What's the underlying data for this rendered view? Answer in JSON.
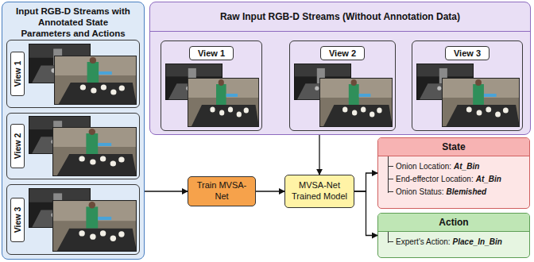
{
  "diagram": {
    "nodes": [
      {
        "text": [
          "Input RGB-D Streams with Annotated State Parameters and Actions"
        ]
      },
      {
        "text": [
          "View 1"
        ],
        "in": 0
      },
      {
        "text": [
          "View 2"
        ],
        "in": 0
      },
      {
        "text": [
          "View 3"
        ],
        "in": 0
      },
      {
        "text": [
          "Raw Input RGB-D Streams (Without Annotation Data)"
        ]
      },
      {
        "text": [
          "View 1"
        ],
        "in": 4
      },
      {
        "text": [
          "View 2"
        ],
        "in": 4
      },
      {
        "text": [
          "View 3"
        ],
        "in": 4
      },
      {
        "text": [
          "Train MVSA-Net"
        ]
      },
      {
        "text": [
          "MVSA-Net Trained Model"
        ]
      },
      {
        "text": [
          "State",
          "Onion Location:",
          "At_Bin",
          "End-effector Location:",
          "At_Bin",
          "Onion Status:",
          "Blemished"
        ]
      },
      {
        "text": [
          "Action",
          "Expert's Action:",
          "Place_In_Bin"
        ]
      }
    ],
    "edges": [
      {
        "from": 0,
        "to": 8,
        "arrow": "to"
      },
      {
        "from": 8,
        "to": 9,
        "arrow": "to"
      },
      {
        "from": 4,
        "to": 9,
        "arrow": "to"
      },
      {
        "from": 9,
        "to": 10,
        "arrow": "to"
      },
      {
        "from": 9,
        "to": 11,
        "arrow": "to"
      }
    ]
  }
}
